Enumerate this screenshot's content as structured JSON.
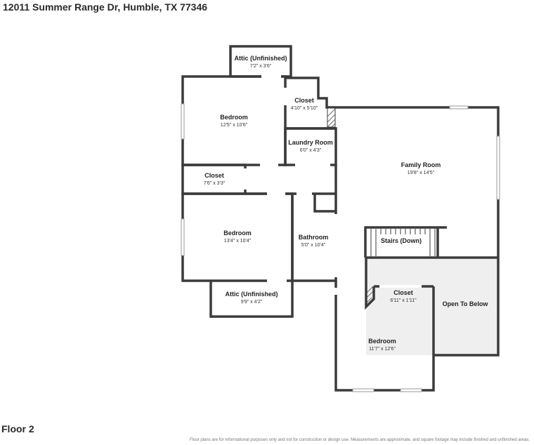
{
  "address": "12011 Summer Range Dr, Humble, TX 77346",
  "floor": "Floor 2",
  "disclaimer": "Floor plans are for informational purposes only and not for construction or design use. Measurements are approximate, and square footage may include finished and unfinished areas.",
  "rooms": {
    "attic_top": {
      "name": "Attic (Unfinished)",
      "dims": "7'2\" x 3'6\""
    },
    "closet_top": {
      "name": "Closet",
      "dims": "4'10\" x 5'10\""
    },
    "bedroom_top": {
      "name": "Bedroom",
      "dims": "12'5\" x 10'6\""
    },
    "laundry": {
      "name": "Laundry Room",
      "dims": "6'0\" x 4'3\""
    },
    "family": {
      "name": "Family Room",
      "dims": "19'8\" x 14'5\""
    },
    "closet_mid": {
      "name": "Closet",
      "dims": "7'6\" x 3'3\""
    },
    "bedroom_mid": {
      "name": "Bedroom",
      "dims": "13'4\" x 10'4\""
    },
    "bathroom": {
      "name": "Bathroom",
      "dims": "5'0\" x 10'4\""
    },
    "stairs": {
      "name": "Stairs (Down)"
    },
    "attic_bottom": {
      "name": "Attic (Unfinished)",
      "dims": "9'9\" x 4'2\""
    },
    "closet_right": {
      "name": "Closet",
      "dims": "6'11\" x 1'11\""
    },
    "open_below": {
      "name": "Open To Below"
    },
    "bedroom_bottom": {
      "name": "Bedroom",
      "dims": "11'7\" x 12'6\""
    }
  }
}
